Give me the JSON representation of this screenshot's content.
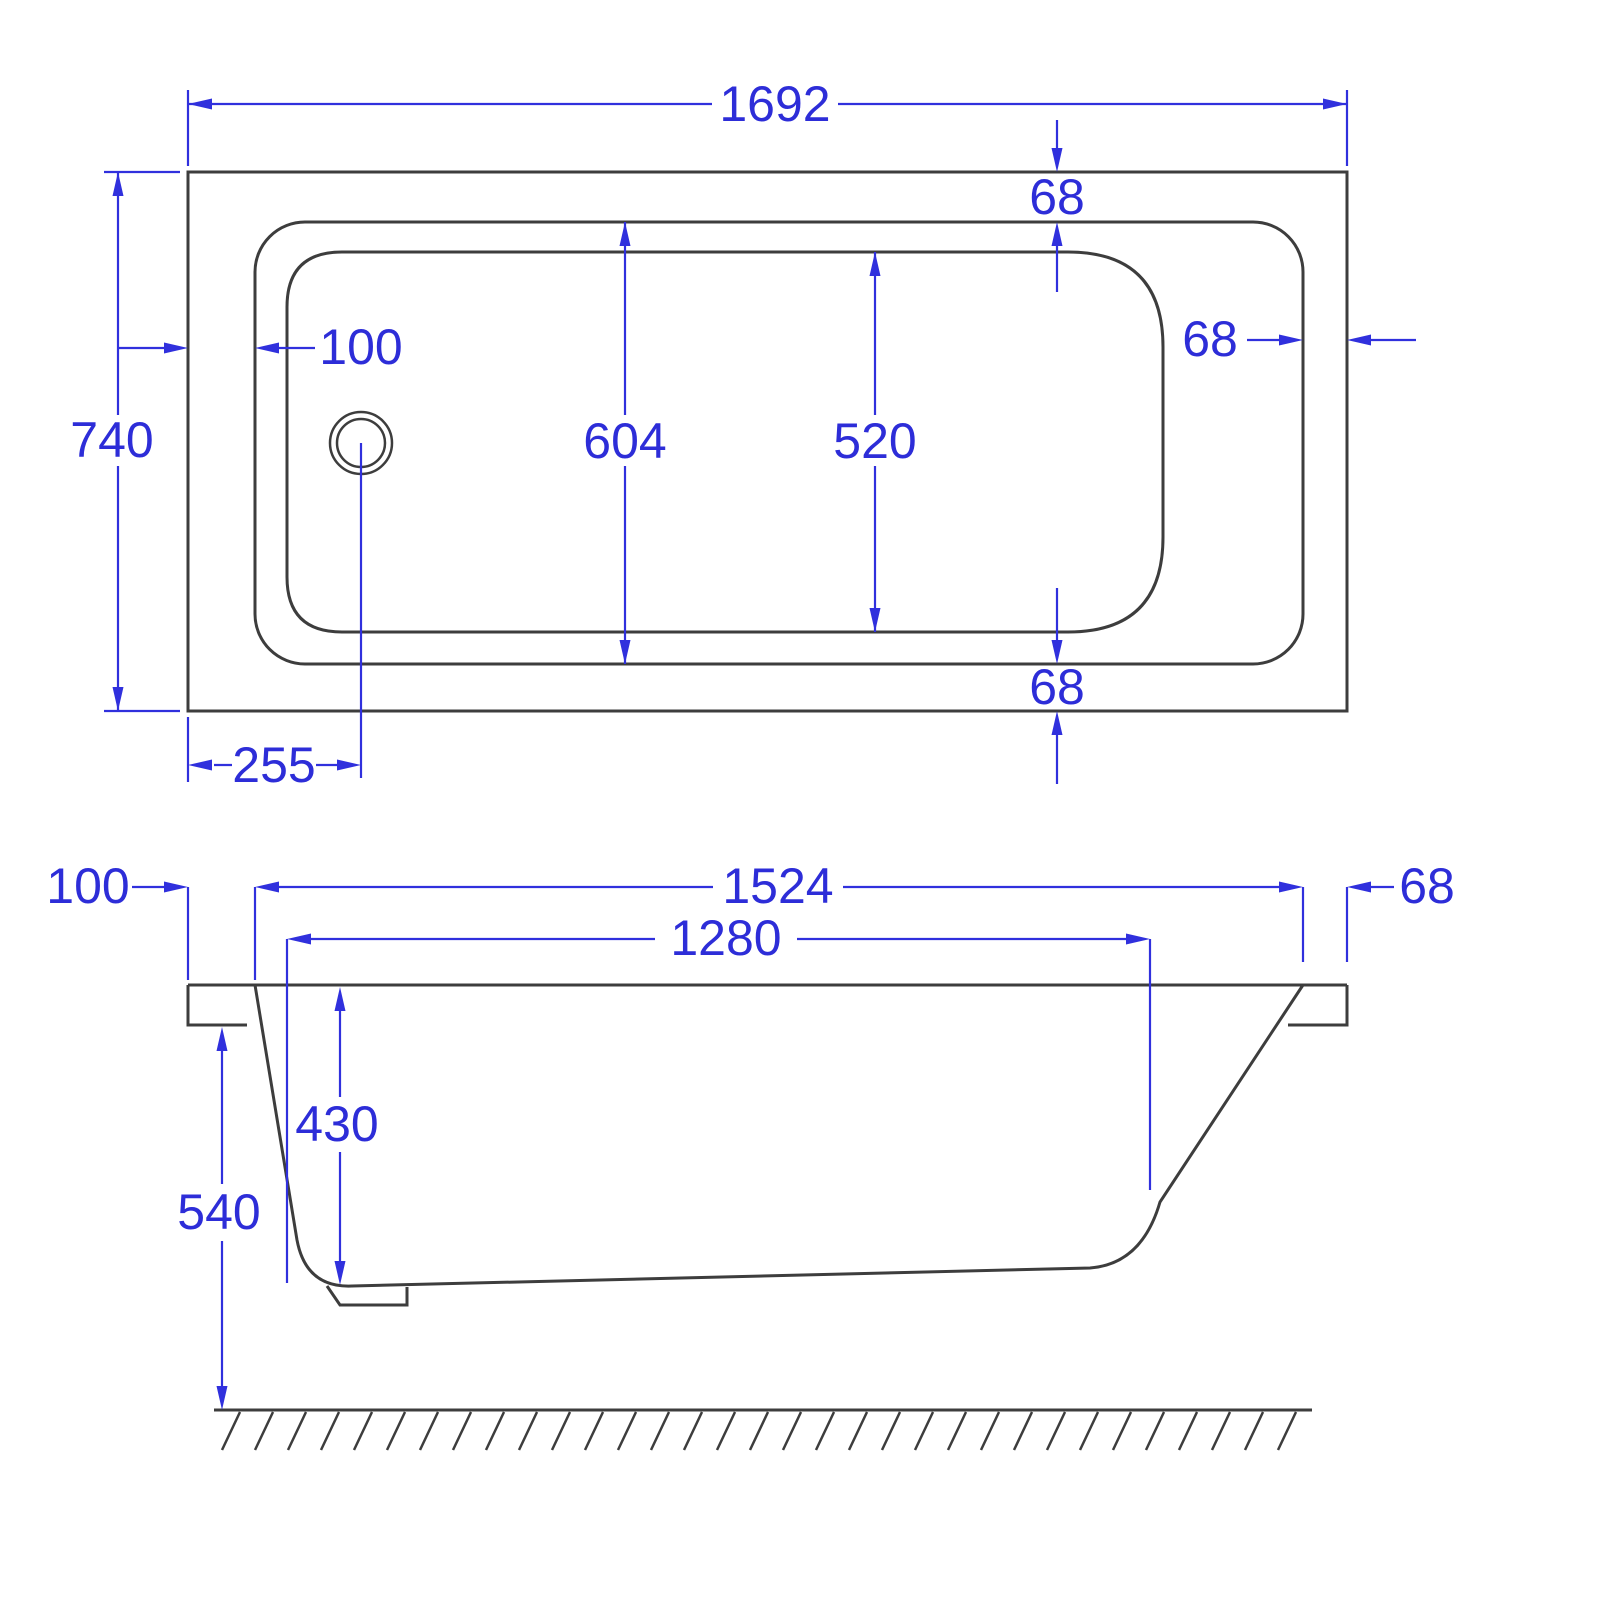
{
  "colors": {
    "dimension_blue": "#3030dd",
    "dimension_text_blue": "#2d2dd8",
    "line_gray": "#3d3d3d",
    "background": "#ffffff"
  },
  "top_view": {
    "overall_length": "1692",
    "overall_width": "740",
    "rim_inset_top": "68",
    "rim_inset_right": "68",
    "rim_inset_bottom": "68",
    "rim_inset_left": "100",
    "rim_inner_width": "604",
    "basin_floor_width": "520",
    "drain_center_offset": "255"
  },
  "side_view": {
    "rim_width_left": "100",
    "rim_inner_length": "1524",
    "basin_floor_length": "1280",
    "rim_width_right": "68",
    "interior_depth": "430",
    "overall_height": "540"
  }
}
